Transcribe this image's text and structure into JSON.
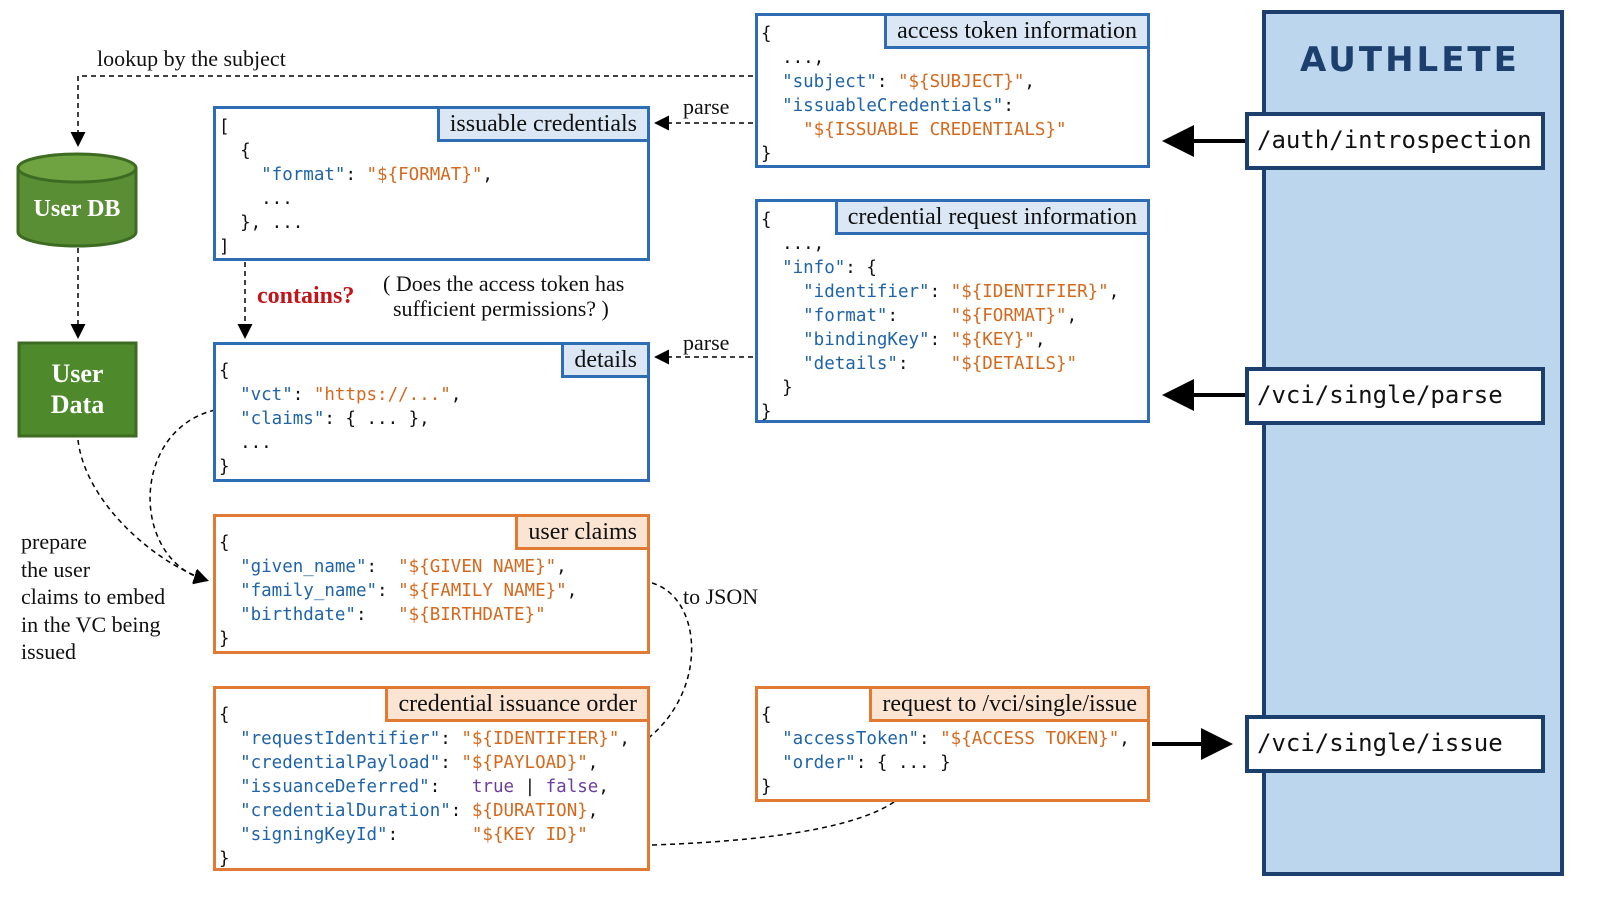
{
  "brand": {
    "name": "AUTHLETE",
    "panel_color": "#bcd6ee",
    "border_color": "#1d3f6e"
  },
  "endpoints": {
    "introspection": "/auth/introspection",
    "parse": "/vci/single/parse",
    "issue": "/vci/single/issue"
  },
  "db": {
    "label": "User DB"
  },
  "user_data": {
    "line1": "User",
    "line2": "Data"
  },
  "labels": {
    "lookup": "lookup by the subject",
    "parse1": "parse",
    "parse2": "parse",
    "contains": "contains?",
    "question_line1": "( Does the access token has",
    "question_line2": "sufficient permissions? )",
    "prepare_lines": [
      "prepare",
      "the user",
      "claims to embed",
      "in the VC being",
      "issued"
    ],
    "to_json": "to JSON"
  },
  "boxes": {
    "access_token": {
      "title": "access token information",
      "l1": "{",
      "l2": "  ...,",
      "k3": "  \"subject\"",
      "s3": "\"${SUBJECT}\"",
      "k4": "  \"issuableCredentials\"",
      "s5": "    \"${ISSUABLE CREDENTIALS}\"",
      "l6": "}"
    },
    "issuable": {
      "title": "issuable credentials",
      "l1": "[",
      "l2": "  {",
      "k3": "    \"format\"",
      "s3": "\"${FORMAT}\"",
      "l4": "    ...",
      "l5": "  }, ...",
      "l6": "]"
    },
    "credreq": {
      "title": "credential request information",
      "l1": "{",
      "l2": "  ...,",
      "k3": "  \"info\"",
      "k4": "    \"identifier\"",
      "s4": "\"${IDENTIFIER}\"",
      "k5": "    \"format\"",
      "s5": "\"${FORMAT}\"",
      "k6": "    \"bindingKey\"",
      "s6": "\"${KEY}\"",
      "k7": "    \"details\"",
      "s7": "\"${DETAILS}\"",
      "l8": "  }",
      "l9": "}"
    },
    "details": {
      "title": "details",
      "l1": "{",
      "k2": "  \"vct\"",
      "s2": "\"https://...\"",
      "k3": "  \"claims\"",
      "l4": "  ...",
      "l5": "}"
    },
    "userclaims": {
      "title": "user claims",
      "l1": "{",
      "k2": "  \"given_name\"",
      "s2": "\"${GIVEN NAME}\"",
      "k3": "  \"family_name\"",
      "s3": "\"${FAMILY NAME}\"",
      "k4": "  \"birthdate\"",
      "s4": "\"${BIRTHDATE}\"",
      "l5": "}"
    },
    "order": {
      "title": "credential issuance order",
      "l1": "{",
      "k2": "  \"requestIdentifier\"",
      "s2": "\"${IDENTIFIER}\"",
      "k3": "  \"credentialPayload\"",
      "s3": "\"${PAYLOAD}\"",
      "k4": "  \"issuanceDeferred\"",
      "t4": "true",
      "f4": "false",
      "k5": "  \"credentialDuration\"",
      "s5": "${DURATION}",
      "k6": "  \"signingKeyId\"",
      "s6": "\"${KEY ID}\"",
      "l7": "}"
    },
    "request": {
      "title": "request to /vci/single/issue",
      "l1": "{",
      "k2": "  \"accessToken\"",
      "s2": "\"${ACCESS TOKEN}\"",
      "k3": "  \"order\"",
      "l4": "}"
    }
  }
}
